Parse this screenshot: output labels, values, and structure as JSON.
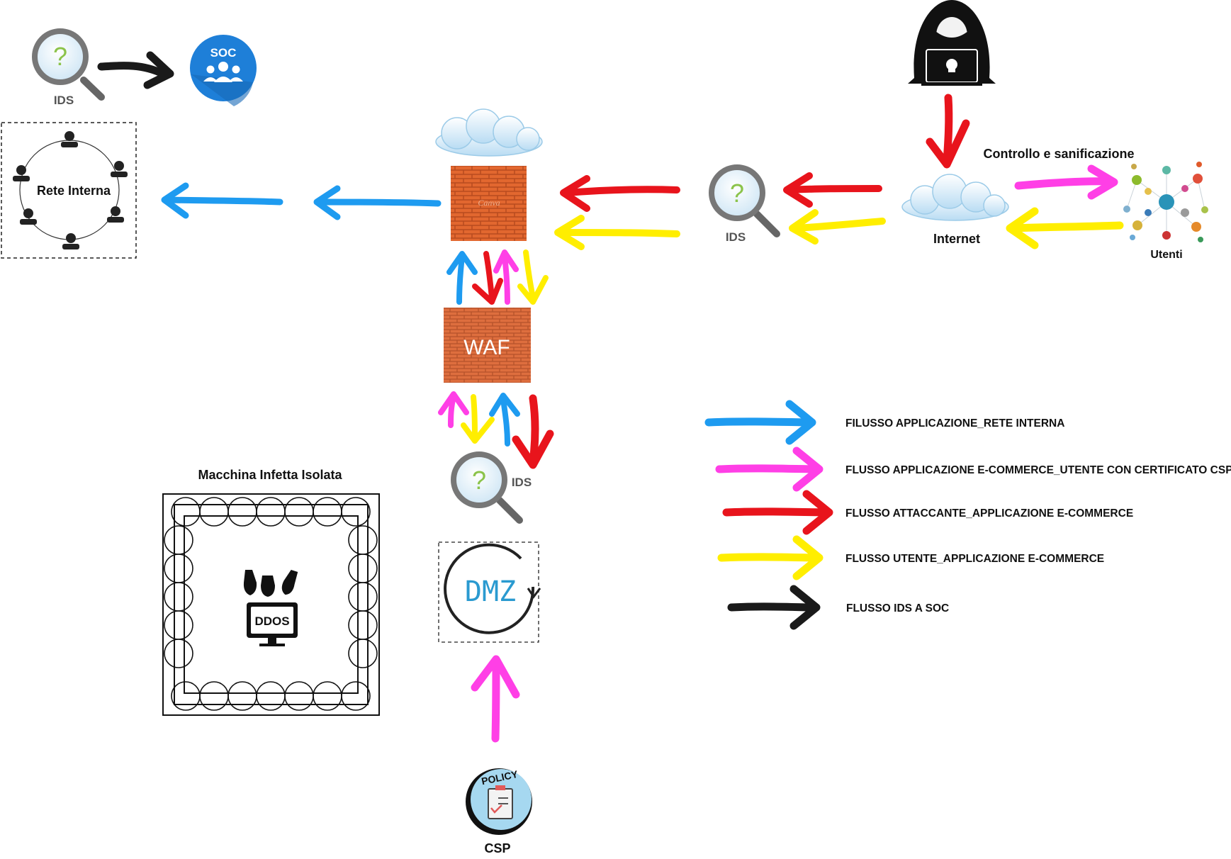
{
  "colors": {
    "blue": "#1e9bf0",
    "magenta": "#ff3fe6",
    "red": "#e8141c",
    "yellow": "#ffee00",
    "black": "#1a1a1a",
    "brick": "#e2672f",
    "soc_blue": "#1e7fd8"
  },
  "nodes": {
    "ids_top_left": "IDS",
    "soc": "SOC",
    "rete_interna": "Rete Interna",
    "ids_right": "IDS",
    "internet": "Internet",
    "controllo": "Controllo e sanificazione",
    "utenti": "Utenti",
    "waf": "WAF",
    "ids_center": "IDS",
    "dmz": "DMZ",
    "macchina": "Macchina Infetta Isolata",
    "ddos": "DDOS",
    "csp": "CSP",
    "policy": "POLICY"
  },
  "icons": {
    "ids": "magnifier-question-icon",
    "soc": "team-icon",
    "hacker": "hacker-laptop-icon",
    "cloud": "cloud-icon",
    "firewall": "brick-wall-icon",
    "users": "user-network-icon",
    "ddos": "bombs-monitor-icon",
    "policy": "policy-clipboard-icon",
    "dmz": "dmz-cycle-icon",
    "barbed_wire": "barbed-wire-icon"
  },
  "legend": [
    {
      "color": "#1e9bf0",
      "label": "FILUSSO APPLICAZIONE_RETE INTERNA"
    },
    {
      "color": "#ff3fe6",
      "label": "FLUSSO  APPLICAZIONE E-COMMERCE_UTENTE CON CERTIFICATO CSP"
    },
    {
      "color": "#e8141c",
      "label": "FLUSSO ATTACCANTE_APPLICAZIONE E-COMMERCE"
    },
    {
      "color": "#ffee00",
      "label": "FLUSSO UTENTE_APPLICAZIONE E-COMMERCE"
    },
    {
      "color": "#1a1a1a",
      "label": "FLUSSO IDS A SOC"
    }
  ]
}
